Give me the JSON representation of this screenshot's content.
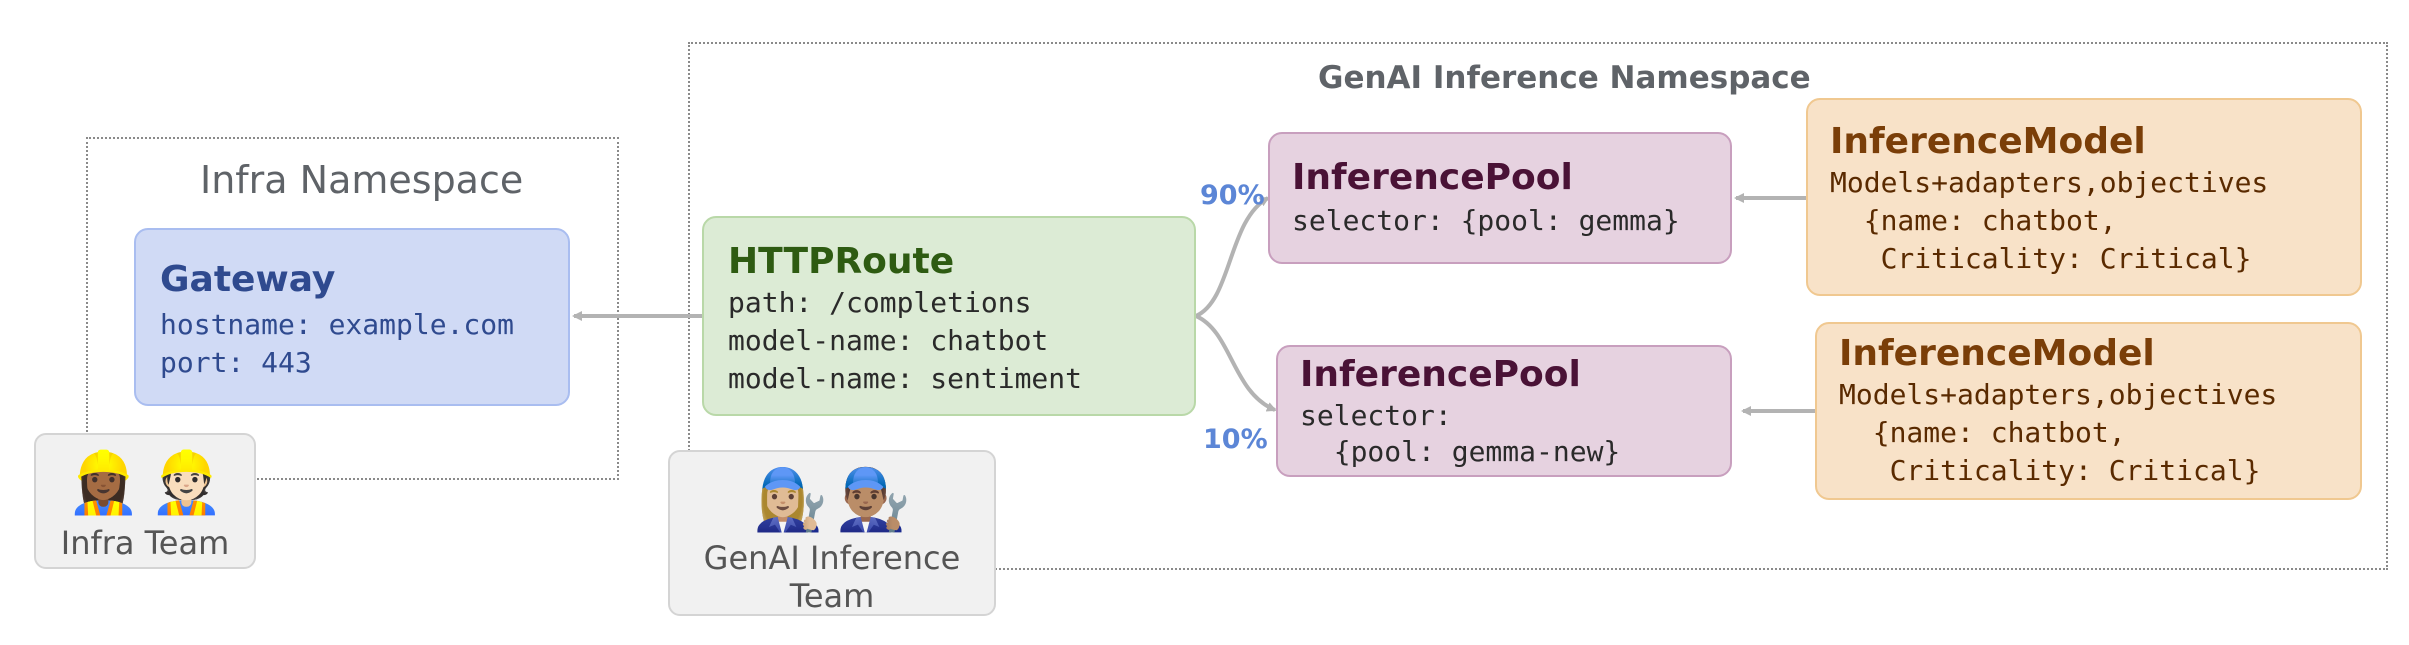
{
  "namespaces": {
    "genai": {
      "title": "GenAI Inference Namespace"
    },
    "infra": {
      "title": "Infra Namespace"
    }
  },
  "gateway": {
    "title": "Gateway",
    "lines": [
      "hostname: example.com",
      "port: 443"
    ]
  },
  "httproute": {
    "title": "HTTPRoute",
    "lines": [
      "path: /completions",
      "model-name: chatbot",
      "model-name: sentiment"
    ]
  },
  "pools": [
    {
      "title": "InferencePool",
      "lines": [
        "selector: {pool: gemma}"
      ]
    },
    {
      "title": "InferencePool",
      "lines": [
        "selector:",
        "  {pool: gemma-new}"
      ]
    }
  ],
  "models": [
    {
      "title": "InferenceModel",
      "lines": [
        "Models+adapters,objectives",
        "  {name: chatbot,",
        "   Criticality: Critical}"
      ]
    },
    {
      "title": "InferenceModel",
      "lines": [
        "Models+adapters,objectives",
        "  {name: chatbot,",
        "   Criticality: Critical}"
      ]
    }
  ],
  "split": {
    "top": "90%",
    "bottom": "10%"
  },
  "teams": {
    "infra": {
      "label": "Infra Team",
      "emoji": [
        "👷🏾‍♀️",
        "👷🏻"
      ]
    },
    "genai": {
      "label_line1": "GenAI Inference",
      "label_line2": "Team",
      "emoji": [
        "👩🏼‍🔧",
        "👨🏽‍🔧"
      ]
    }
  },
  "colors": {
    "gateway_fill": "#d0daf5",
    "gateway_border": "#a9bdf0",
    "gateway_title": "#2f4a8f",
    "route_fill": "#dcebd5",
    "route_border": "#b9d8a8",
    "route_title": "#2e5b12",
    "pool_fill": "#e6d2e0",
    "pool_border": "#c89fbe",
    "pool_title": "#4a1236",
    "model_fill": "#f8e2c8",
    "model_border": "#f0c890",
    "model_title": "#7a3e08",
    "arrow": "#b3b3b3"
  },
  "icons": [
    "construction-worker-woman-icon",
    "construction-worker-icon",
    "mechanic-woman-icon",
    "mechanic-man-icon"
  ]
}
